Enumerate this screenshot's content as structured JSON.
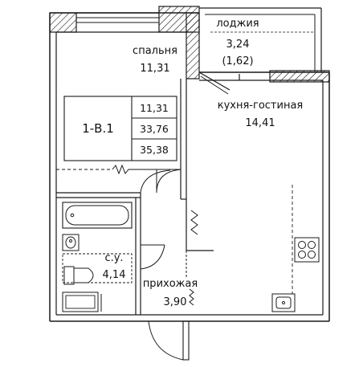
{
  "unit": {
    "code": "1-В.1",
    "areas": [
      "11,31",
      "33,76",
      "35,38"
    ]
  },
  "rooms": {
    "bedroom": {
      "name": "спальня",
      "area": "11,31"
    },
    "loggia": {
      "name": "лоджия",
      "area": "3,24",
      "area_reduced": "(1,62)"
    },
    "kitchen_living": {
      "name": "кухня-гостиная",
      "area": "14,41"
    },
    "bathroom": {
      "name": "с.у.",
      "area": "4,14"
    },
    "hallway": {
      "name": "прихожая",
      "area": "3,90"
    }
  },
  "colors": {
    "line": "#1a1a1a",
    "hatch": "#1a1a1a",
    "background": "#ffffff"
  }
}
